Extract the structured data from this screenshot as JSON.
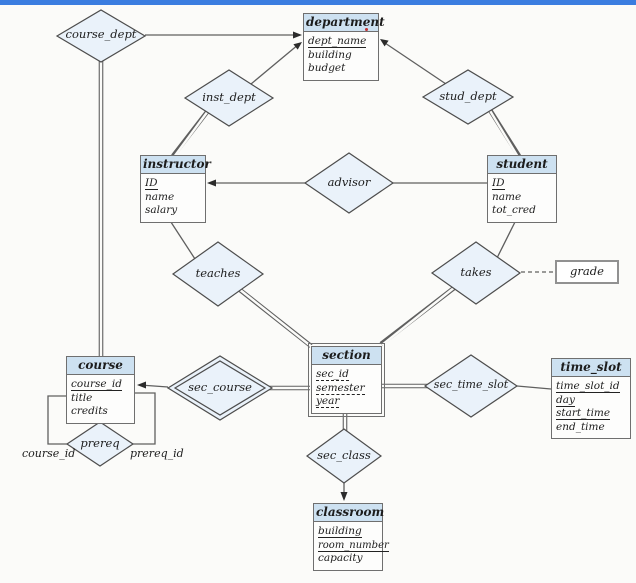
{
  "entities": {
    "department": {
      "title": "department",
      "attrs": [
        {
          "label": "dept_name",
          "underline": "solid"
        },
        {
          "label": "building",
          "underline": "none"
        },
        {
          "label": "budget",
          "underline": "none"
        }
      ]
    },
    "instructor": {
      "title": "instructor",
      "attrs": [
        {
          "label": "ID",
          "underline": "solid"
        },
        {
          "label": "name",
          "underline": "none"
        },
        {
          "label": "salary",
          "underline": "none"
        }
      ]
    },
    "student": {
      "title": "student",
      "attrs": [
        {
          "label": "ID",
          "underline": "solid"
        },
        {
          "label": "name",
          "underline": "none"
        },
        {
          "label": "tot_cred",
          "underline": "none"
        }
      ]
    },
    "course": {
      "title": "course",
      "attrs": [
        {
          "label": "course_id",
          "underline": "solid"
        },
        {
          "label": "title",
          "underline": "none"
        },
        {
          "label": "credits",
          "underline": "none"
        }
      ]
    },
    "section": {
      "title": "section",
      "weak": true,
      "attrs": [
        {
          "label": "sec_id",
          "underline": "dashed"
        },
        {
          "label": "semester",
          "underline": "dashed"
        },
        {
          "label": "year",
          "underline": "dashed"
        }
      ]
    },
    "time_slot": {
      "title": "time_slot",
      "attrs": [
        {
          "label": "time_slot_id",
          "underline": "solid"
        },
        {
          "label": "day",
          "underline": "solid"
        },
        {
          "label": "start_time",
          "underline": "solid"
        },
        {
          "label": "end_time",
          "underline": "none"
        }
      ]
    },
    "classroom": {
      "title": "classroom",
      "attrs": [
        {
          "label": "building",
          "underline": "solid"
        },
        {
          "label": "room_number",
          "underline": "solid"
        },
        {
          "label": "capacity",
          "underline": "none"
        }
      ]
    }
  },
  "relationships": {
    "course_dept": {
      "label": "course_dept"
    },
    "inst_dept": {
      "label": "inst_dept"
    },
    "stud_dept": {
      "label": "stud_dept"
    },
    "advisor": {
      "label": "advisor"
    },
    "teaches": {
      "label": "teaches"
    },
    "takes": {
      "label": "takes"
    },
    "sec_course": {
      "label": "sec_course",
      "identifying": true
    },
    "sec_time_slot": {
      "label": "sec_time_slot"
    },
    "sec_class": {
      "label": "sec_class"
    },
    "prereq": {
      "label": "prereq"
    }
  },
  "attribute_boxes": {
    "grade": {
      "label": "grade"
    }
  },
  "role_labels": {
    "course_id": "course_id",
    "prereq_id": "prereq_id"
  },
  "colors": {
    "top_bar": "#3b7de0",
    "entity_header": "#cde1f1",
    "diamond_fill": "#eaf2fa",
    "line": "#5f5f5f",
    "background": "#fbfbf9"
  }
}
